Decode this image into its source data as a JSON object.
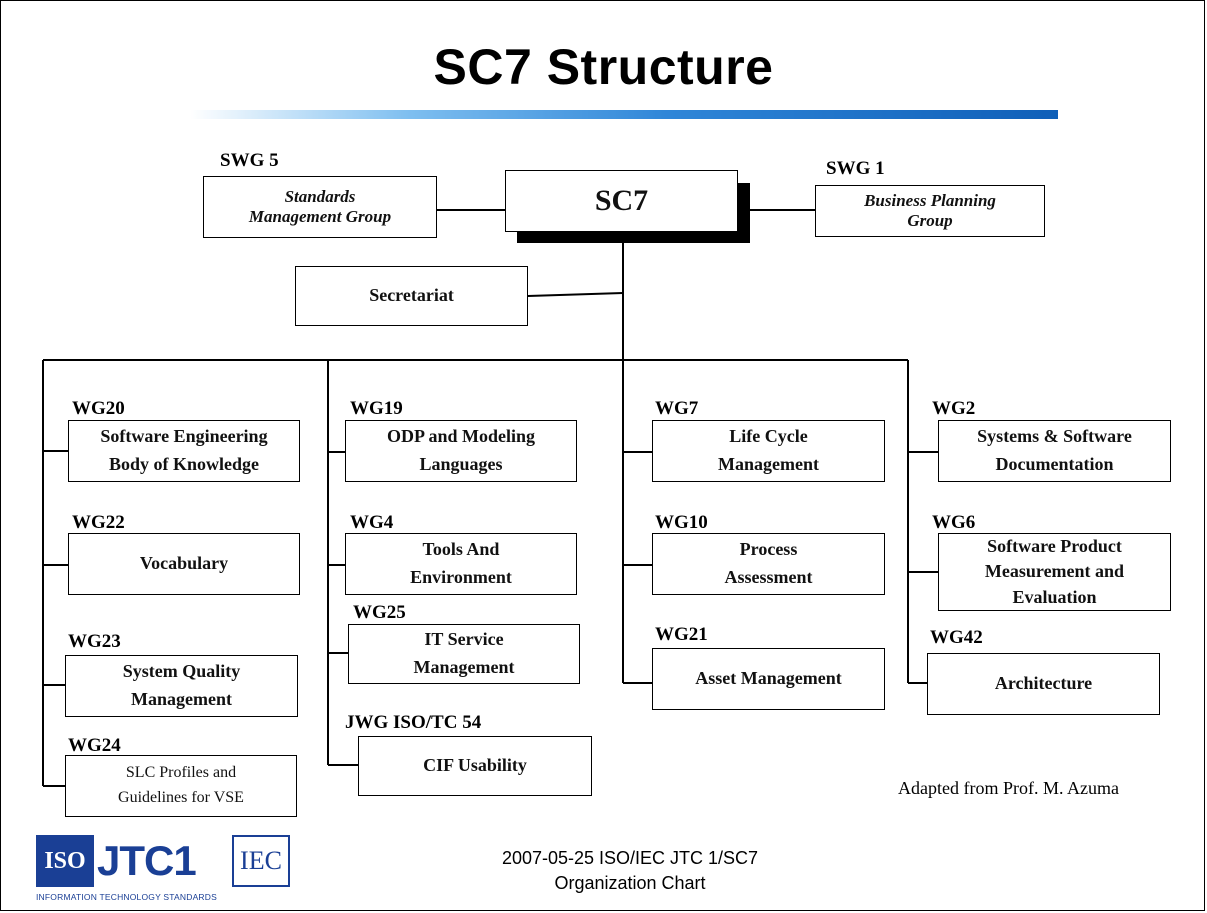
{
  "title": "SC7 Structure",
  "top": {
    "swg5": {
      "label": "SWG 5",
      "line1": "Standards",
      "line2": "Management Group"
    },
    "sc7": {
      "label": "SC7"
    },
    "swg1": {
      "label": "SWG 1",
      "line1": "Business Planning",
      "line2": "Group"
    },
    "secretariat": "Secretariat"
  },
  "columns": [
    {
      "groups": [
        {
          "label": "WG20",
          "lines": [
            "Software Engineering",
            "Body of Knowledge"
          ]
        },
        {
          "label": "WG22",
          "lines": [
            "Vocabulary"
          ]
        },
        {
          "label": "WG23",
          "lines": [
            "System Quality",
            "Management"
          ]
        },
        {
          "label": "WG24",
          "lines": [
            "SLC Profiles and",
            "Guidelines for VSE"
          ]
        }
      ]
    },
    {
      "groups": [
        {
          "label": "WG19",
          "lines": [
            "ODP and Modeling",
            "Languages"
          ]
        },
        {
          "label": "WG4",
          "lines": [
            "Tools And",
            "Environment"
          ]
        },
        {
          "label": "WG25",
          "lines": [
            "IT Service",
            "Management"
          ]
        },
        {
          "label": "JWG ISO/TC 54",
          "lines": [
            "CIF Usability"
          ]
        }
      ]
    },
    {
      "groups": [
        {
          "label": "WG7",
          "lines": [
            "Life Cycle",
            "Management"
          ]
        },
        {
          "label": "WG10",
          "lines": [
            "Process",
            "Assessment"
          ]
        },
        {
          "label": "WG21",
          "lines": [
            "Asset Management"
          ]
        }
      ]
    },
    {
      "groups": [
        {
          "label": "WG2",
          "lines": [
            "Systems &  Software",
            "Documentation"
          ]
        },
        {
          "label": "WG6",
          "lines": [
            "Software Product",
            "Measurement and",
            "Evaluation"
          ]
        },
        {
          "label": "WG42",
          "lines": [
            "Architecture"
          ]
        }
      ]
    }
  ],
  "credit": "Adapted from Prof. M. Azuma",
  "footer": {
    "line1": "2007-05-25 ISO/IEC JTC 1/SC7",
    "line2": "Organization Chart"
  },
  "logo": {
    "iso": "ISO",
    "jtc": "JTC1",
    "iec": "IEC",
    "tagline": "INFORMATION TECHNOLOGY STANDARDS"
  },
  "colors": {
    "title_bar_start": "#7fbff0",
    "title_bar_end": "#0f5fb8",
    "logo_blue": "#1a3f95"
  }
}
